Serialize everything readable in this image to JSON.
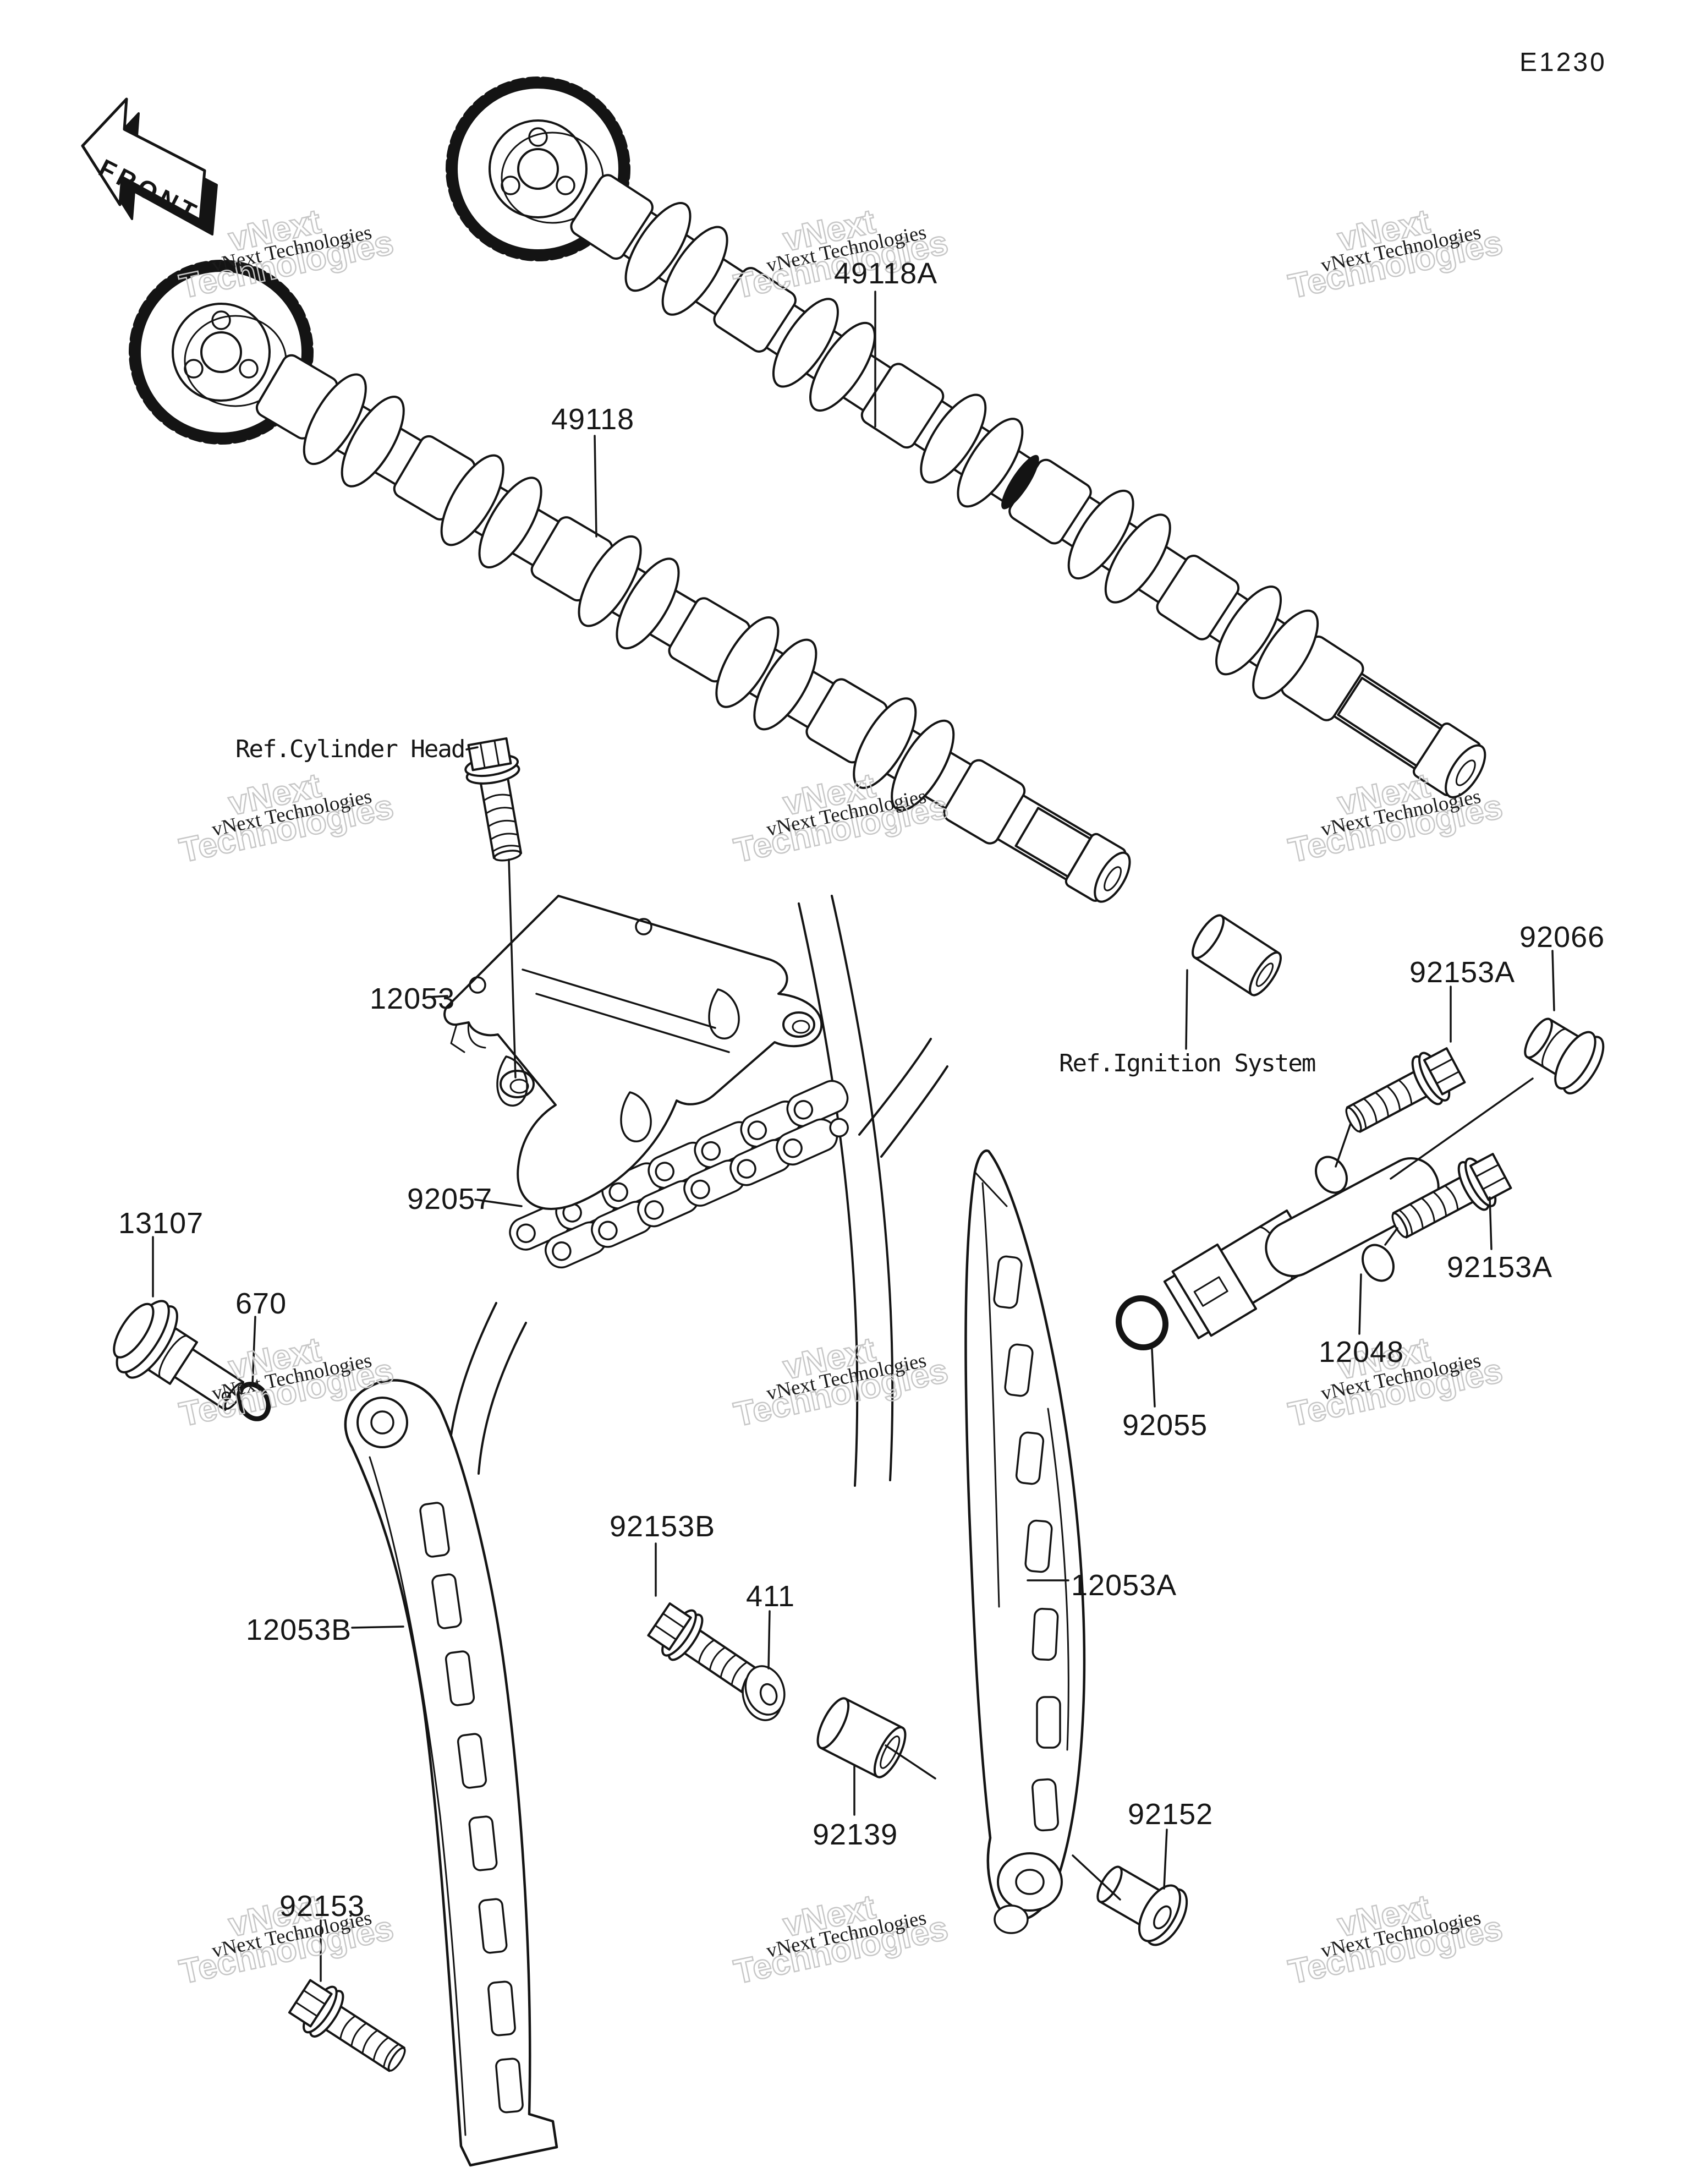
{
  "page": {
    "code": "E1230",
    "front_label": "FRONT"
  },
  "watermark": {
    "line1": "vNext",
    "line2": "Technologies",
    "small": "vNext Technologies"
  },
  "refs": {
    "cylinder_head": "Ref.Cylinder Head",
    "ignition_system": "Ref.Ignition System"
  },
  "parts": {
    "p49118A": "49118A",
    "p49118": "49118",
    "p12053": "12053",
    "p92057": "92057",
    "p13107": "13107",
    "p670": "670",
    "p12053B": "12053B",
    "p92153": "92153",
    "p92153B": "92153B",
    "p411": "411",
    "p92139": "92139",
    "p12053A": "12053A",
    "p92152": "92152",
    "p92055": "92055",
    "p12048": "12048",
    "p92153A": "92153A",
    "p92066": "92066"
  }
}
